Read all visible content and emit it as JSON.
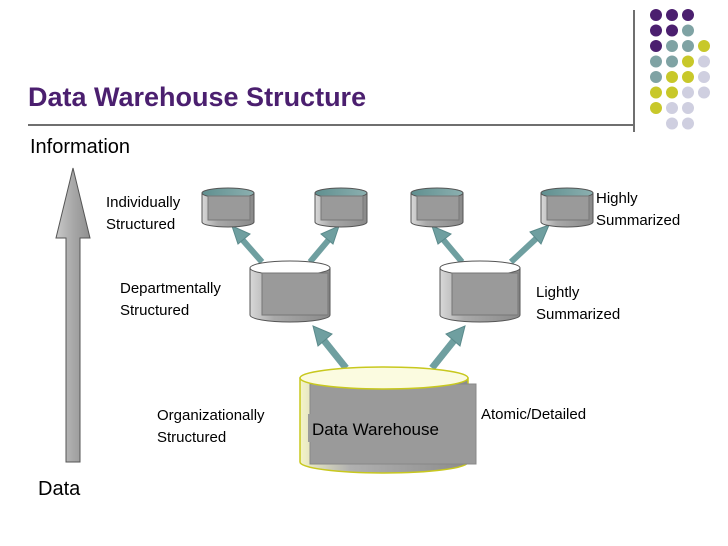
{
  "title": "Data Warehouse Structure",
  "axis": {
    "top_label": "Information",
    "bottom_label": "Data"
  },
  "levels": {
    "top_left": "Individually Structured",
    "top_right": "Highly Summarized",
    "mid_left": "Departmentally Structured",
    "mid_right": "Lightly Summarized",
    "bottom_left": "Organizationally Structured",
    "bottom_right": "Atomic/Detailed"
  },
  "center_label": "Data Warehouse",
  "colors": {
    "title": "#4b1f6f",
    "arrow_teal": "#6f9fa0",
    "db_gray": "#8c8c8c",
    "dw_yellow": "#e6e57a",
    "dot_purple": "#4b1f6f",
    "dot_teal": "#7fa3a4",
    "dot_olive": "#c8c82a",
    "dot_lavender": "#cfcfe0"
  },
  "decor_icon": "dot-grid-icon"
}
